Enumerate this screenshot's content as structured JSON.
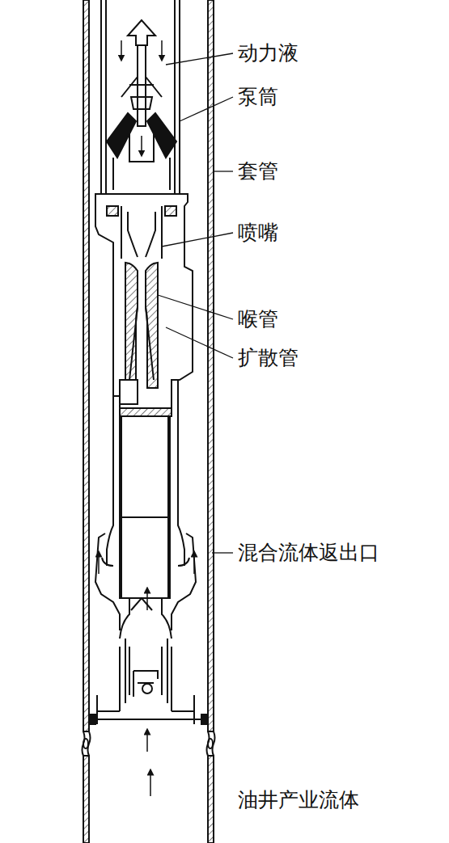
{
  "diagram": {
    "labels": [
      "动力液",
      "泵筒",
      "套管",
      "喷嘴",
      "喉管",
      "扩散管",
      "混合流体返出口",
      "油井产业流体"
    ]
  }
}
